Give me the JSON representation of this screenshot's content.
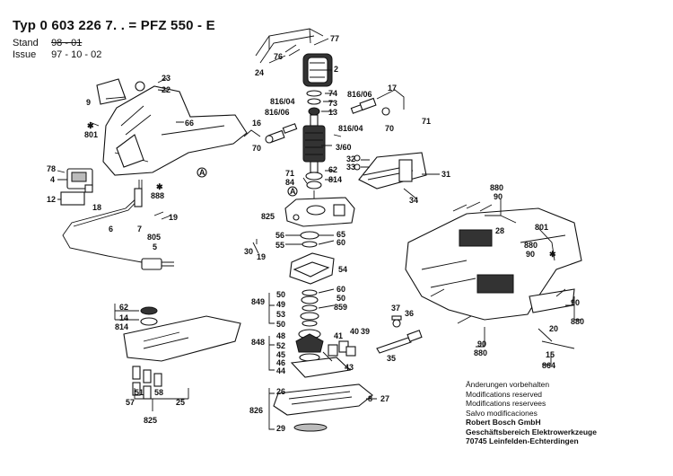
{
  "header": {
    "title": "Typ 0 603 226 7. . = PFZ 550 - E",
    "stand_label": "Stand",
    "stand_value": "98 - 01",
    "issue_label": "Issue",
    "issue_value": "97 - 10 - 02"
  },
  "notes": {
    "lines": [
      "Änderungen vorbehalten",
      "Modifications reserved",
      "Modifications reservees",
      "Salvo modificaciones"
    ],
    "company": "Robert Bosch GmbH",
    "division": "Geschäftsbereich Elektrowerkzeuge",
    "address": "70745 Leinfelden-Echterdingen"
  },
  "callouts": {
    "c77": "77",
    "c76": "76",
    "c24": "24",
    "c2": "2",
    "c74": "74",
    "c73": "73",
    "c13": "13",
    "c81606a": "816/06",
    "c17": "17",
    "c81604a": "816/04",
    "c81606b": "816/06",
    "c16": "16",
    "c81604b": "816/04",
    "c71a": "71",
    "c70a": "70",
    "c70b": "70",
    "c71b": "71",
    "c360": "3/60",
    "c32": "32",
    "c33": "33",
    "c31": "31",
    "c62a": "62",
    "c814a": "814",
    "c84": "84",
    "c34": "34",
    "cA2": "A",
    "c825a": "825",
    "c23": "23",
    "c22": "22",
    "c9": "9",
    "c66": "66",
    "c801a": "801",
    "c78": "78",
    "c4": "4",
    "c12": "12",
    "c18": "18",
    "cA1": "A",
    "c888": "888",
    "c6": "6",
    "c7": "7",
    "c19": "19",
    "c805": "805",
    "c5": "5",
    "c30": "30",
    "c19b": "19",
    "c56": "56",
    "c55": "55",
    "c65": "65",
    "c60a": "60",
    "c54": "54",
    "c849": "849",
    "c50a": "50",
    "c49": "49",
    "c53": "53",
    "c50b": "50",
    "c60b": "60",
    "c50c": "50",
    "c859": "859",
    "c62b": "62",
    "c14": "14",
    "c814b": "814",
    "c848": "848",
    "c48": "48",
    "c52": "52",
    "c45": "45",
    "c46": "46",
    "c44": "44",
    "c41": "41",
    "c40": "40",
    "c39": "39",
    "c43": "43",
    "c37": "37",
    "c36": "36",
    "c35": "35",
    "c51": "51",
    "c58": "58",
    "c57": "57",
    "c25": "25",
    "c825b": "825",
    "c826": "826",
    "c26": "26",
    "c8": "8",
    "c27": "27",
    "c29": "29",
    "c880a": "880",
    "c90a": "90",
    "c28": "28",
    "c801b": "801",
    "c880b": "880",
    "c90b": "90",
    "c90c": "90",
    "c880c": "880",
    "c90d": "90",
    "c880d": "880",
    "c20": "20",
    "c15": "15",
    "c864": "864"
  }
}
